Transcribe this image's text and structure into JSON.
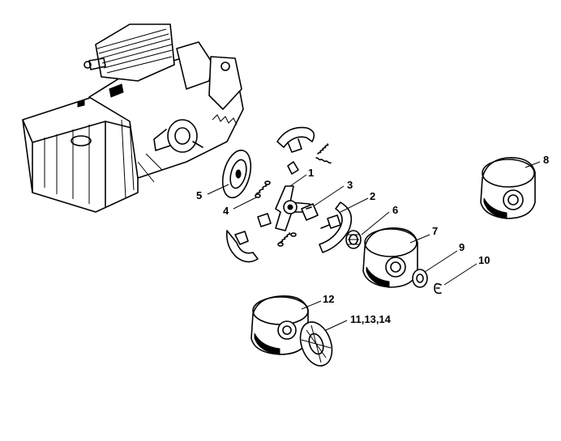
{
  "callouts": {
    "c1": "1",
    "c2": "2",
    "c3": "3",
    "c4": "4",
    "c5": "5",
    "c6": "6",
    "c7": "7",
    "c8": "8",
    "c9": "9",
    "c10": "10",
    "c11": "11,13,14",
    "c12": "12"
  }
}
